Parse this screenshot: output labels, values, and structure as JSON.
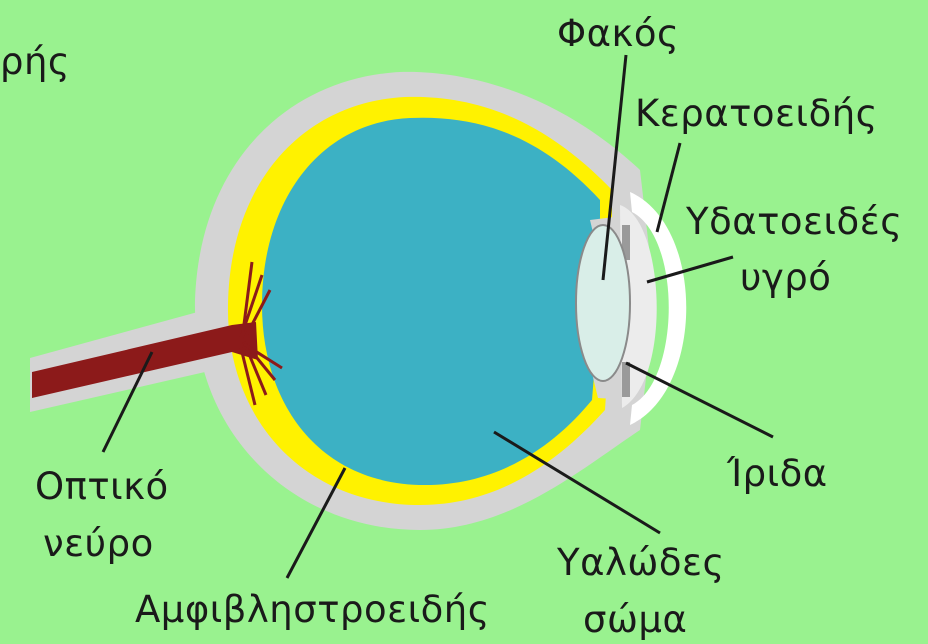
{
  "colors": {
    "background": "#99f28f",
    "sclera": "#d4d4d4",
    "retina": "#fff200",
    "vitreous": "#3cb1c4",
    "nerve": "#8c1a1a",
    "lens": "#d9eee8",
    "cornea": "#ffffff",
    "aqueous": "#ececec",
    "leader": "#1a1a1a"
  },
  "labels": {
    "top_left_partial": "ρής",
    "lens": "Φακός",
    "cornea": "Κερατοειδής",
    "aqueous_line1": "Υδατοειδές",
    "aqueous_line2": "υγρό",
    "iris": "Ίριδα",
    "optic_nerve_line1": "Οπτικό",
    "optic_nerve_line2": "νεύρο",
    "retina": "Αμφιβληστροειδής",
    "vitreous_line1": "Υαλώδες",
    "vitreous_line2": "σώμα"
  }
}
